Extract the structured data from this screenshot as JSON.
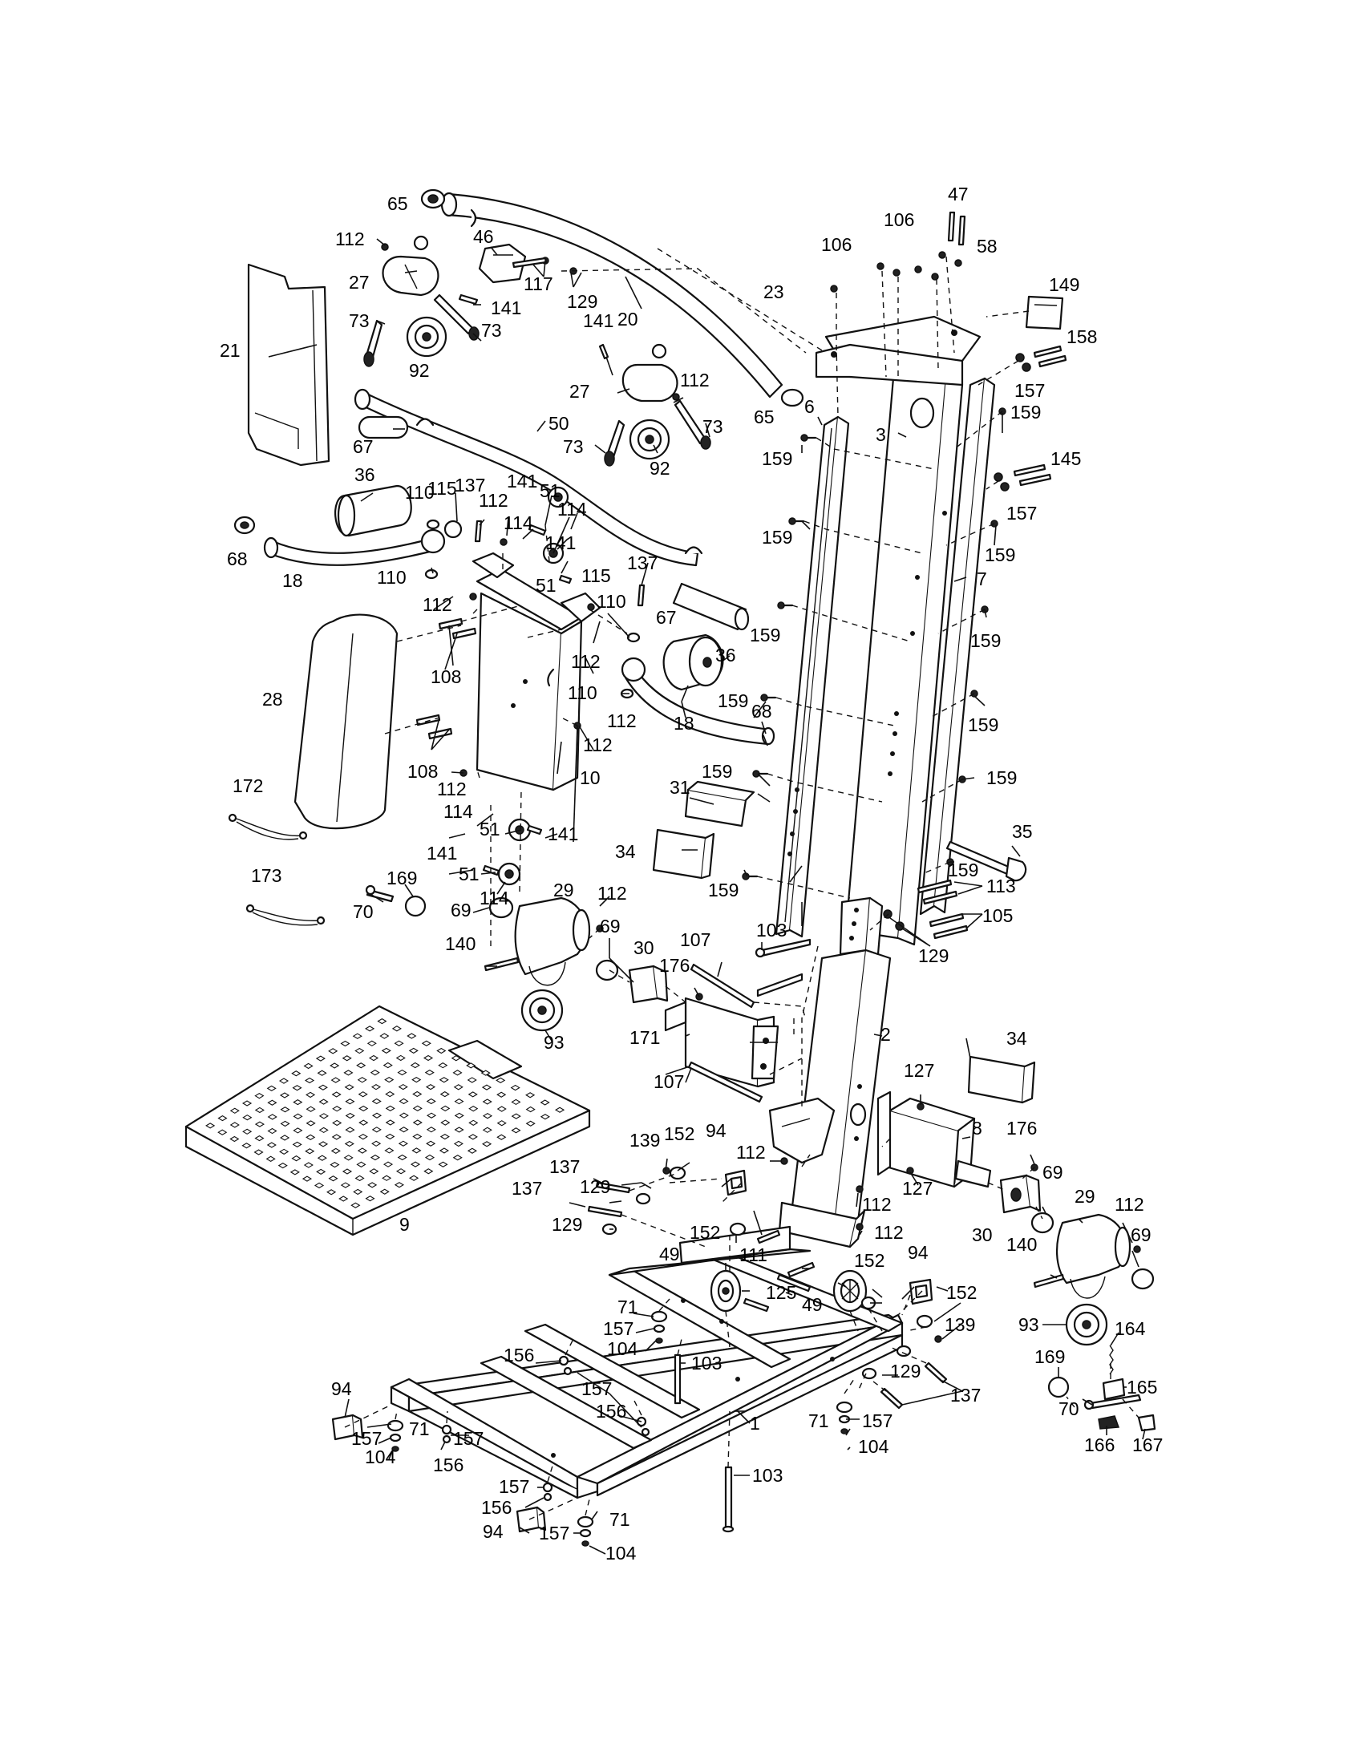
{
  "part_numbers": {
    "n1": "1",
    "n2": "2",
    "n3": "3",
    "n6": "6",
    "n7": "7",
    "n8": "8",
    "n9": "9",
    "n10": "10",
    "n18": "18",
    "n20": "20",
    "n21": "21",
    "n23": "23",
    "n27": "27",
    "n28": "28",
    "n29": "29",
    "n30": "30",
    "n31": "31",
    "n34": "34",
    "n35": "35",
    "n36": "36",
    "n46": "46",
    "n47": "47",
    "n49": "49",
    "n50": "50",
    "n51": "51",
    "n58": "58",
    "n65": "65",
    "n67": "67",
    "n68": "68",
    "n69": "69",
    "n70": "70",
    "n71": "71",
    "n73": "73",
    "n92": "92",
    "n93": "93",
    "n94": "94",
    "n103": "103",
    "n104": "104",
    "n105": "105",
    "n106": "106",
    "n107": "107",
    "n108": "108",
    "n110": "110",
    "n111": "111",
    "n112": "112",
    "n113": "113",
    "n114": "114",
    "n115": "115",
    "n117": "117",
    "n125": "125",
    "n127": "127",
    "n129": "129",
    "n137": "137",
    "n139": "139",
    "n140": "140",
    "n141": "141",
    "n145": "145",
    "n149": "149",
    "n152": "152",
    "n156": "156",
    "n157": "157",
    "n158": "158",
    "n159": "159",
    "n164": "164",
    "n165": "165",
    "n166": "166",
    "n167": "167",
    "n169": "169",
    "n171": "171",
    "n172": "172",
    "n173": "173",
    "n176": "176"
  }
}
